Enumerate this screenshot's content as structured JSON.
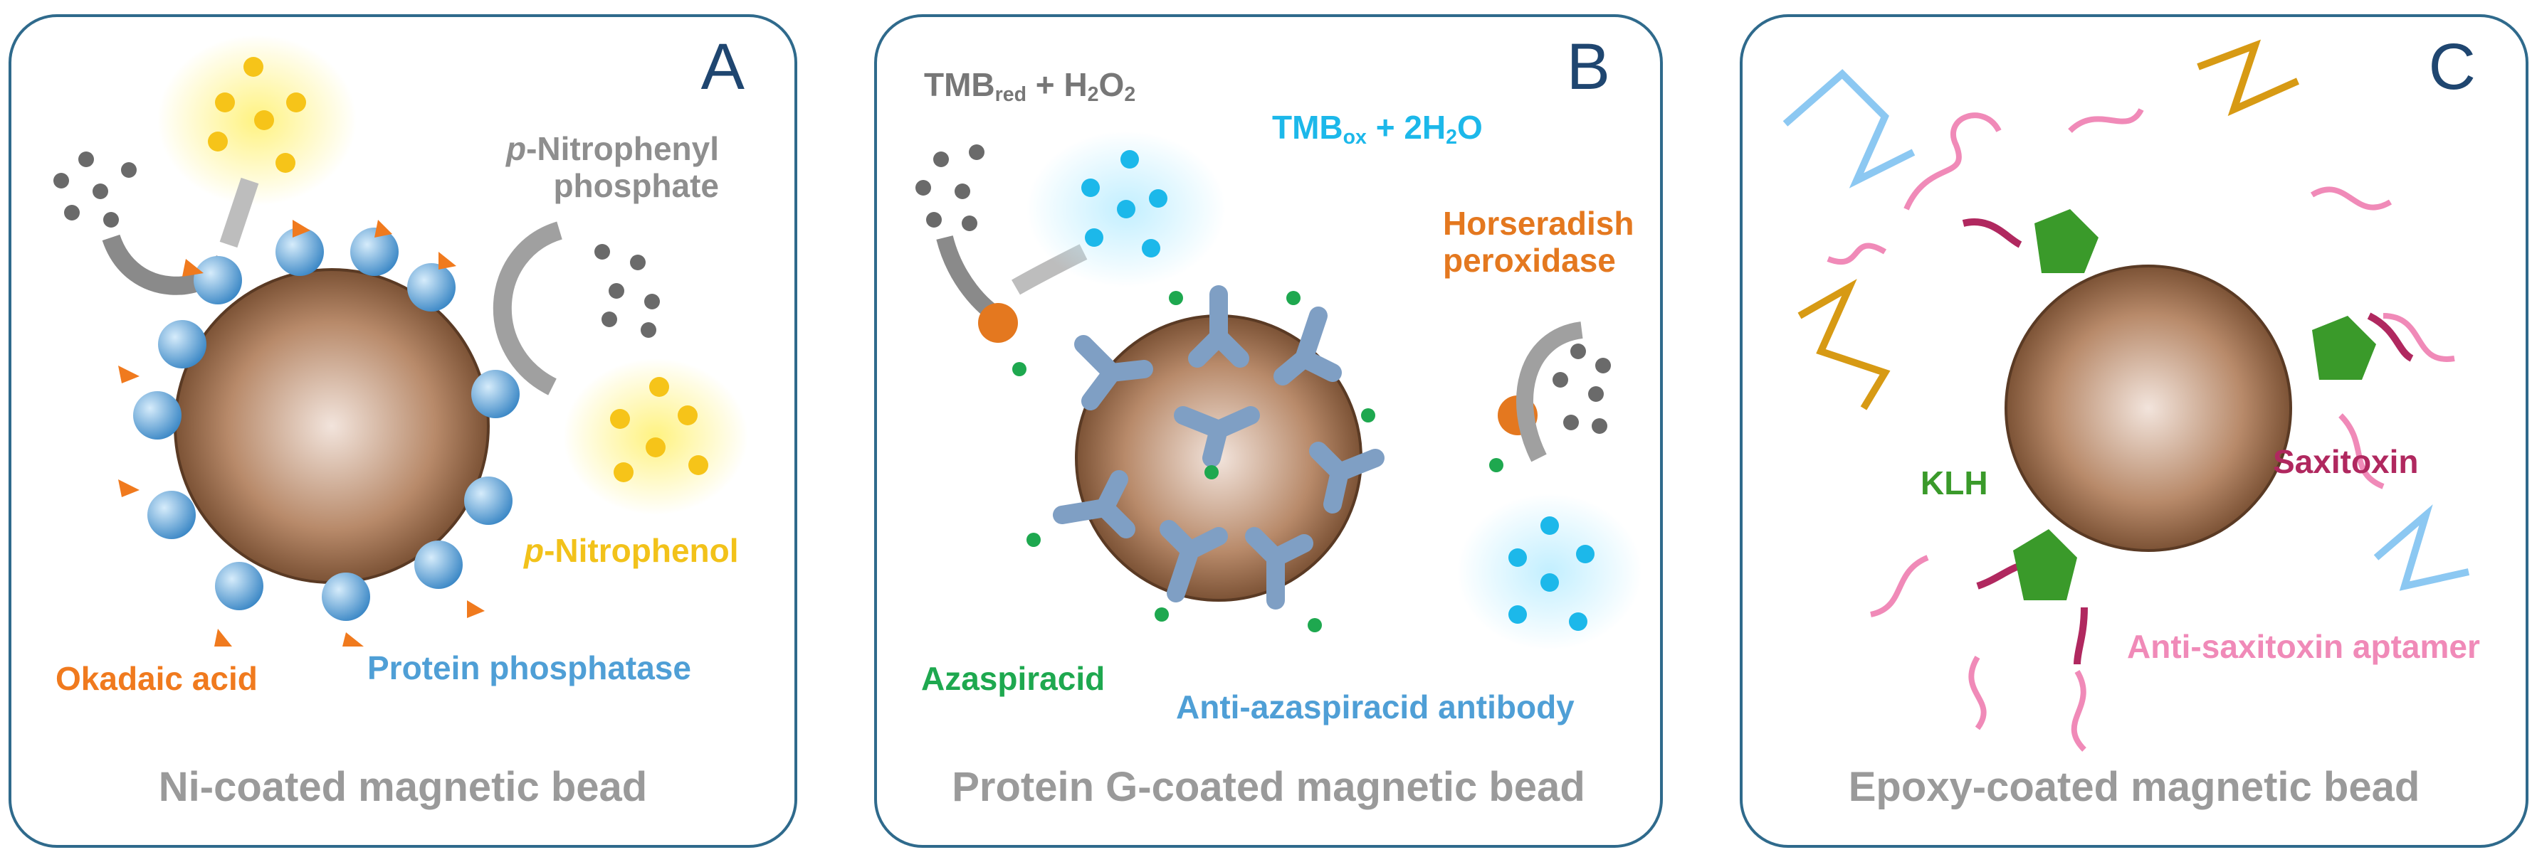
{
  "panels": [
    {
      "letter": "A",
      "caption": "Ni-coated magnetic bead",
      "labels": {
        "substrate_prefix": "p",
        "substrate_rest_line1": "-Nitrophenyl",
        "substrate_line2": "phosphate",
        "product_prefix": "p",
        "product_rest": "-Nitrophenol",
        "toxin": "Okadaic acid",
        "enzyme": "Protein phosphatase"
      }
    },
    {
      "letter": "B",
      "caption": "Protein G-coated magnetic bead",
      "labels": {
        "tmb_red_main": "TMB",
        "tmb_red_sub": "red",
        "tmb_red_rest": " + H",
        "tmb_red_sub2": "2",
        "tmb_red_rest2": "O",
        "tmb_red_sub3": "2",
        "tmb_ox_main": "TMB",
        "tmb_ox_sub": "ox",
        "tmb_ox_rest": " + 2H",
        "tmb_ox_sub2": "2",
        "tmb_ox_rest2": "O",
        "enzyme_line1": "Horseradish",
        "enzyme_line2": "peroxidase",
        "toxin": "Azaspiracid",
        "antibody": "Anti-azaspiracid antibody"
      }
    },
    {
      "letter": "C",
      "caption": "Epoxy-coated magnetic bead",
      "labels": {
        "carrier": "KLH",
        "toxin": "Saxitoxin",
        "aptamer": "Anti-saxitoxin aptamer"
      }
    }
  ],
  "colors": {
    "border": "#2f6a8c",
    "letter": "#1f4670",
    "caption": "#9a9a9a",
    "okadaic": "#f07a1e",
    "phosphatase": "#4f9fd6",
    "yellow": "#f2c21a",
    "azaspiracid": "#1ea84f",
    "antibody": "#4f9fd6",
    "hrp": "#e4781f",
    "tmb_ox": "#1cb8ea",
    "klh": "#3a9a2a",
    "saxitoxin": "#b0285f",
    "aptamer": "#f08ab8",
    "gray": "#888888"
  }
}
